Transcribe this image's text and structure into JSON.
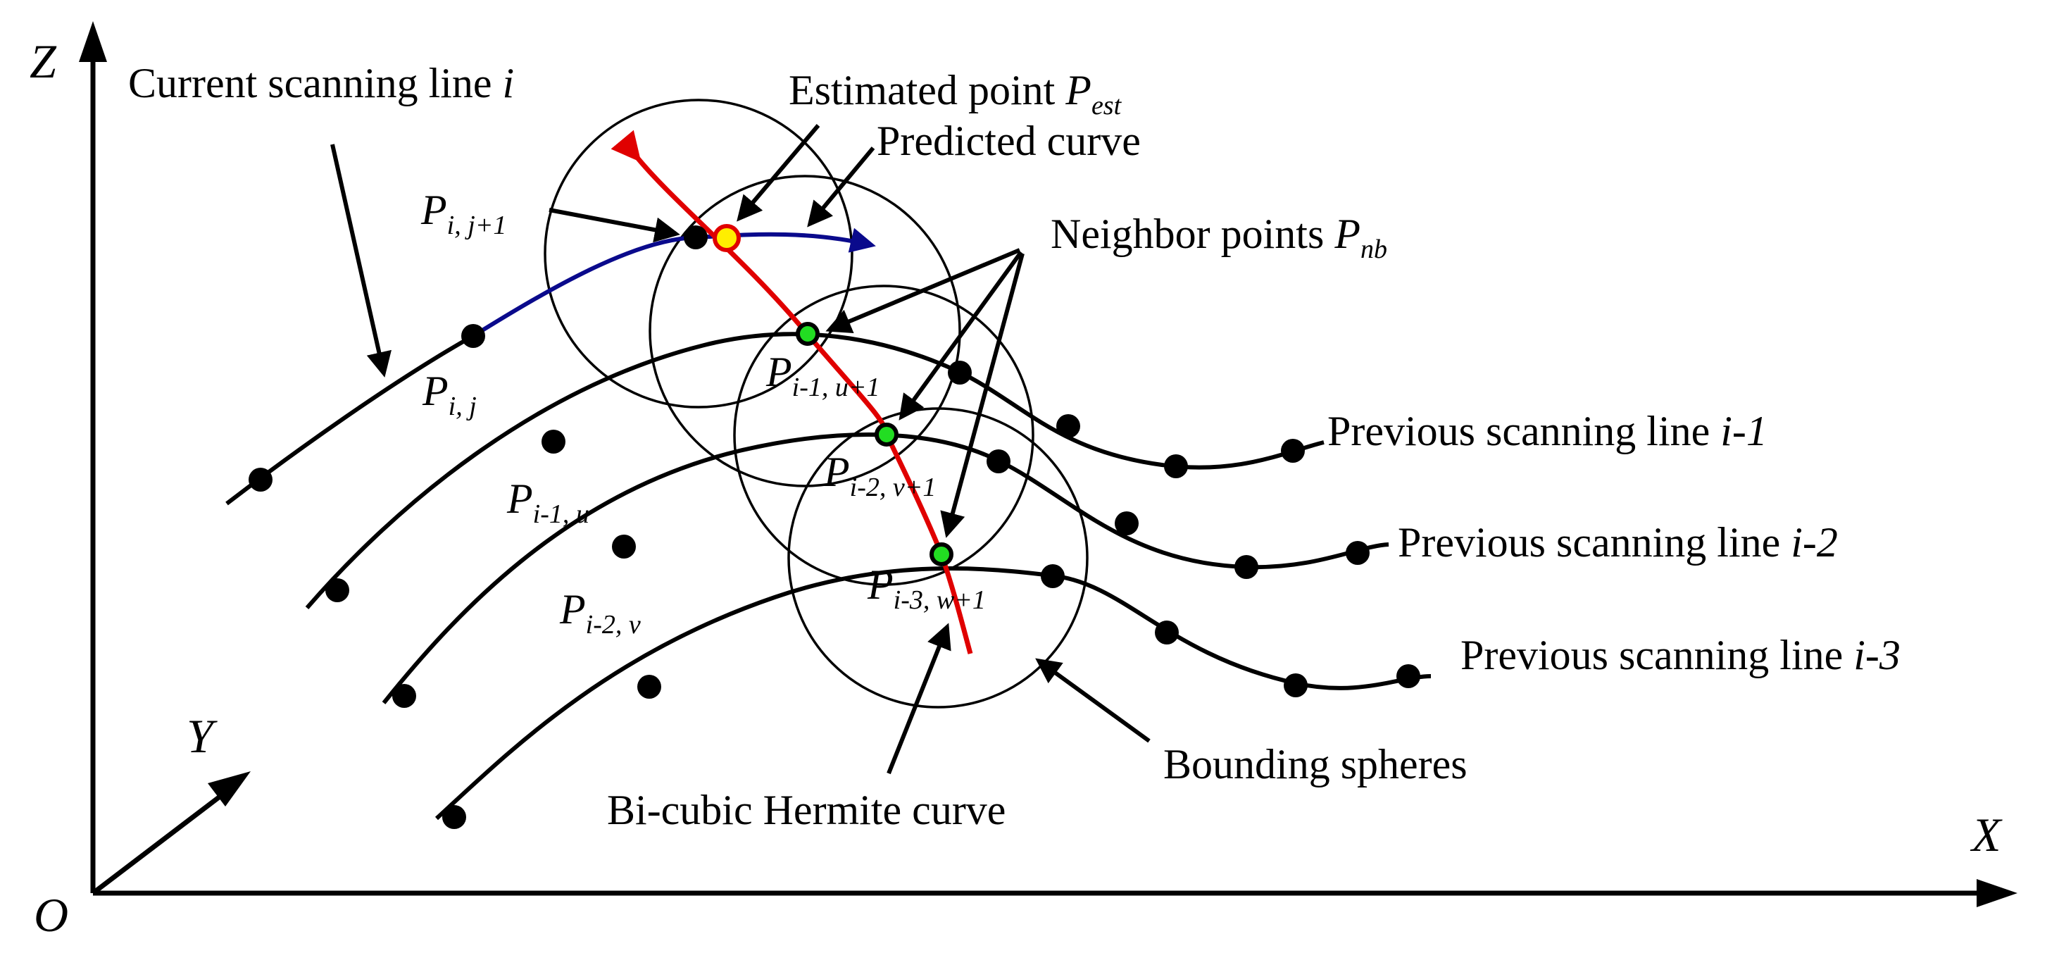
{
  "axes": {
    "z": "Z",
    "y": "Y",
    "x": "X",
    "origin": "O"
  },
  "labels": {
    "current_line": {
      "text": "Current scanning line ",
      "var": "i"
    },
    "estimated_point": {
      "text": "Estimated point ",
      "var": "P",
      "sub": "est"
    },
    "predicted_curve": "Predicted curve",
    "neighbor_points": {
      "text": "Neighbor points ",
      "var": "P",
      "sub": "nb"
    },
    "previous_line_1": {
      "text": "Previous scanning line ",
      "var": "i-1"
    },
    "previous_line_2": {
      "text": "Previous scanning line ",
      "var": "i-2"
    },
    "previous_line_3": {
      "text": "Previous scanning line ",
      "var": "i-3"
    },
    "bounding_spheres": "Bounding spheres",
    "hermite_curve": "Bi-cubic Hermite curve"
  },
  "points": {
    "p_i_j1": {
      "var": "P",
      "sub": "i, j+1"
    },
    "p_i_j": {
      "var": "P",
      "sub": "i, j"
    },
    "p_i1_u1": {
      "var": "P",
      "sub": "i-1, u+1"
    },
    "p_i1_u": {
      "var": "P",
      "sub": "i-1, u"
    },
    "p_i2_v1": {
      "var": "P",
      "sub": "i-2, v+1"
    },
    "p_i2_v": {
      "var": "P",
      "sub": "i-2, v"
    },
    "p_i3_w1": {
      "var": "P",
      "sub": "i-3, w+1"
    }
  },
  "colors": {
    "predicted_curve": "#0a0a8c",
    "hermite_curve": "#e00000",
    "estimated_point": "#ffee00",
    "neighbor_point": "#22dd22"
  }
}
